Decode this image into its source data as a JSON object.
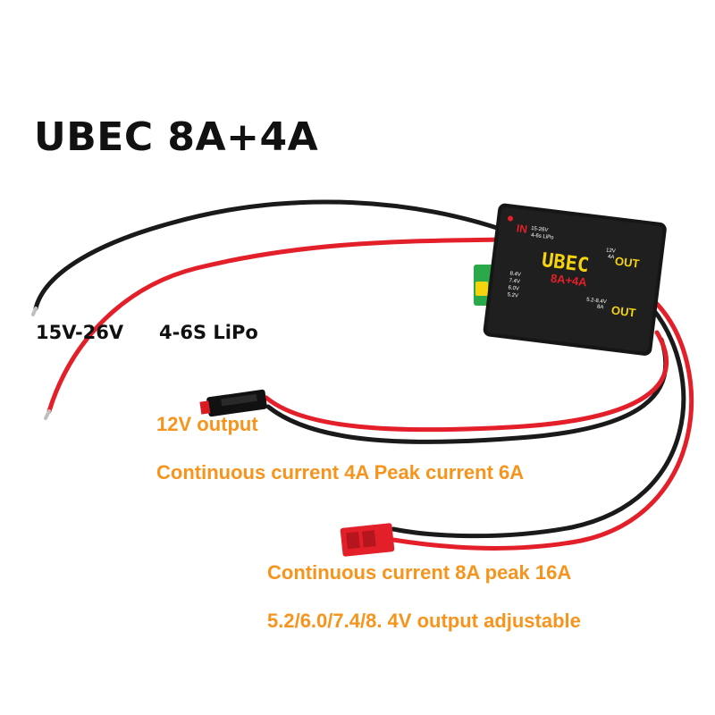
{
  "title": "UBEC 8A+4A",
  "input_voltage": "15V-26V",
  "battery_type": "4-6S LiPo",
  "output_12v": {
    "label": "12V output",
    "current": "Continuous current 4A Peak current 6A"
  },
  "output_adjustable": {
    "current": "Continuous current 8A peak 16A",
    "voltages": "5.2/6.0/7.4/8. 4V output adjustable"
  },
  "device": {
    "brand": "UBEC",
    "rating": "8A+4A",
    "in_label": "IN",
    "in_spec_1": "15-26V",
    "in_spec_2": "4-6s LiPo",
    "out1_spec_1": "12V",
    "out1_spec_2": "4A",
    "out1_label": "OUT",
    "out2_spec_1": "5.2-8.4V",
    "out2_spec_2": "8A",
    "out2_label": "OUT",
    "jumper_options": [
      "8.4V",
      "7.4V",
      "6.0V",
      "5.2V"
    ]
  },
  "colors": {
    "accent_orange": "#f7941d",
    "wire_red": "#e3202a",
    "wire_black": "#1a1a1a",
    "device_body": "#161616",
    "label_yellow": "#f5d40f"
  }
}
